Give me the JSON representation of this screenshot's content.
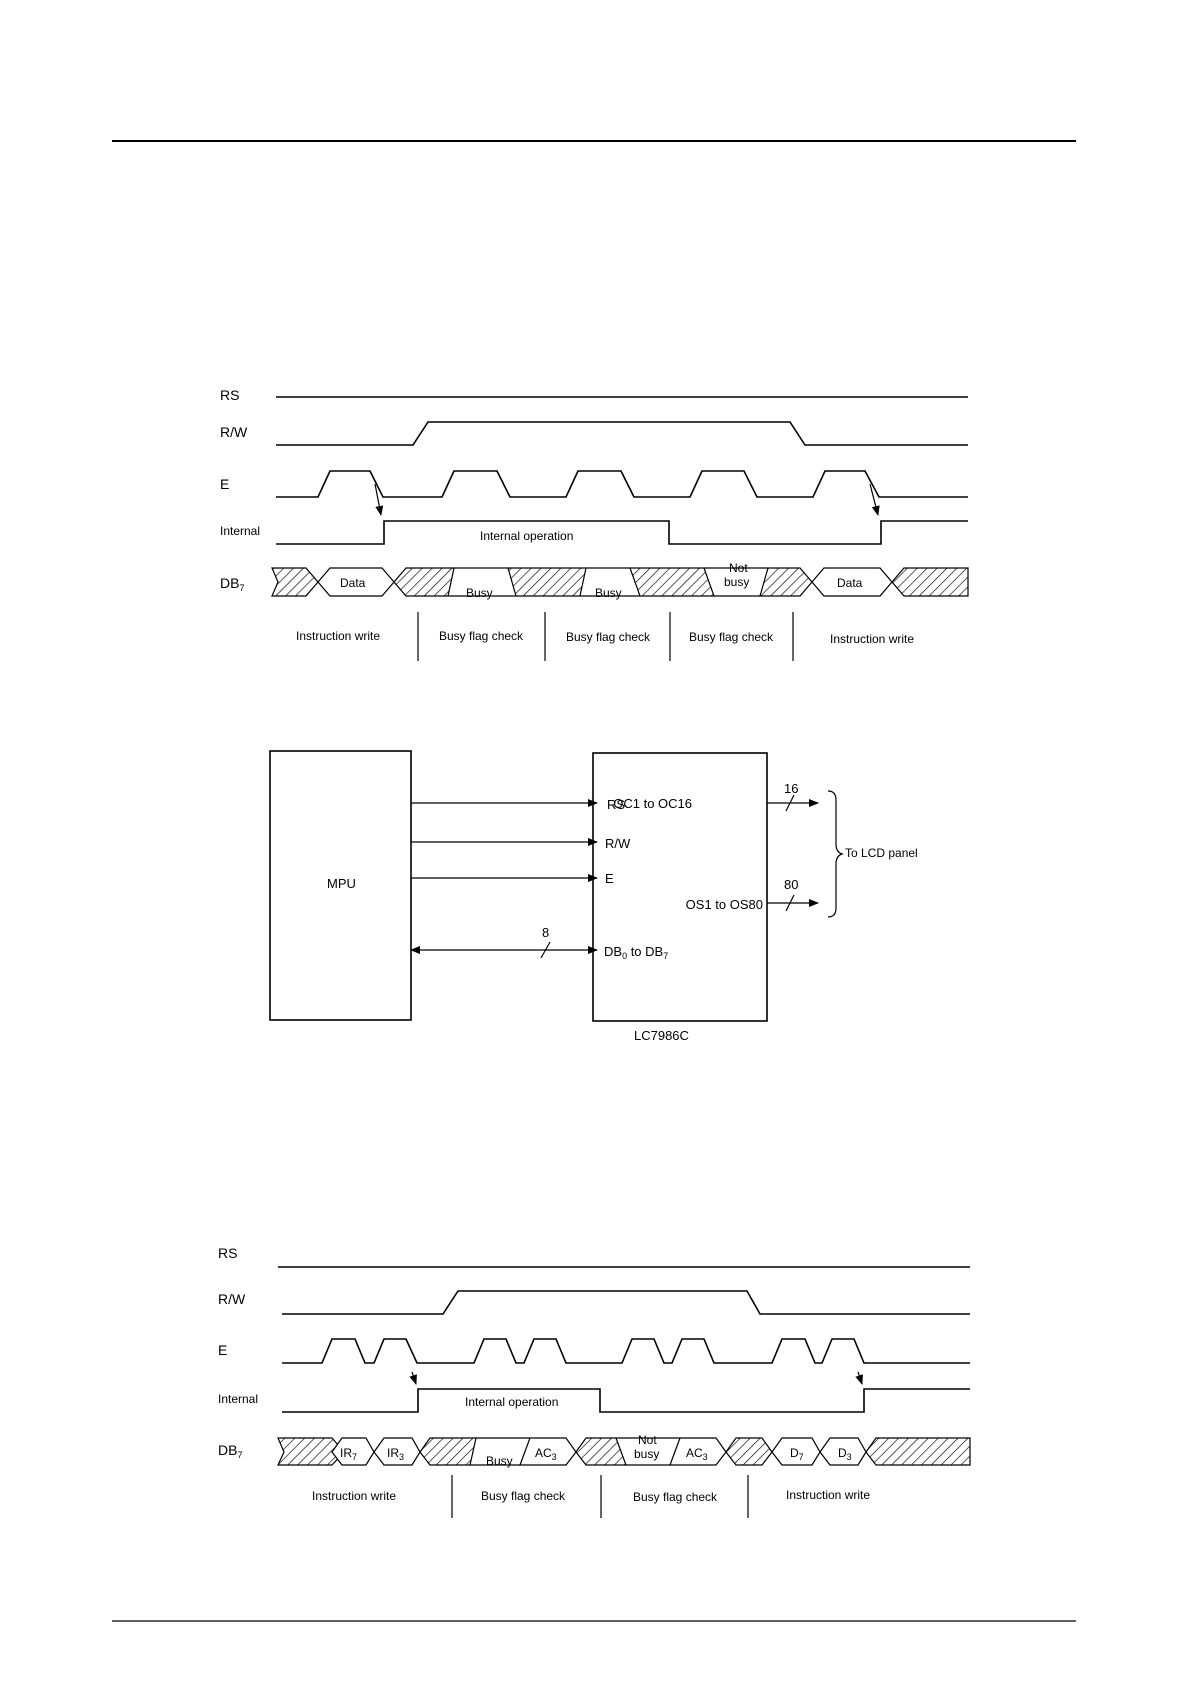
{
  "timing1": {
    "signals": {
      "rs": "RS",
      "rw": "R/W",
      "e": "E",
      "internal": "Internal",
      "db": "DB",
      "db_sub": "7"
    },
    "internal_operation": "Internal operation",
    "data_left": "Data",
    "data_right": "Data",
    "busy1": "Busy",
    "busy2": "Busy",
    "not_busy_1": "Not",
    "not_busy_2": "busy",
    "phases": [
      "Instruction write",
      "Busy flag check",
      "Busy flag check",
      "Busy flag check",
      "Instruction write"
    ]
  },
  "block": {
    "mpu": "MPU",
    "chip": "LC7986C",
    "pins": {
      "rs": "RS",
      "rw": "R/W",
      "e": "E",
      "db_a": "DB",
      "db_sub0": "0",
      "db_mid": " to DB",
      "db_sub7": "7"
    },
    "oc": "OC1 to OC16",
    "os": "OS1 to OS80",
    "count_oc": "16",
    "count_os": "80",
    "count_db": "8",
    "lcd": "To LCD panel"
  },
  "timing2": {
    "signals": {
      "rs": "RS",
      "rw": "R/W",
      "e": "E",
      "internal": "Internal",
      "db": "DB",
      "db_sub": "7"
    },
    "internal_operation": "Internal operation",
    "ir7": "IR",
    "ir7_sub": "7",
    "ir3": "IR",
    "ir3_sub": "3",
    "ac3a": "AC",
    "ac3a_sub": "3",
    "ac3b": "AC",
    "ac3b_sub": "3",
    "d7": "D",
    "d7_sub": "7",
    "d3": "D",
    "d3_sub": "3",
    "busy": "Busy",
    "not_busy_1": "Not",
    "not_busy_2": "busy",
    "phases": [
      "Instruction write",
      "Busy flag check",
      "Busy flag check",
      "Instruction write"
    ]
  }
}
